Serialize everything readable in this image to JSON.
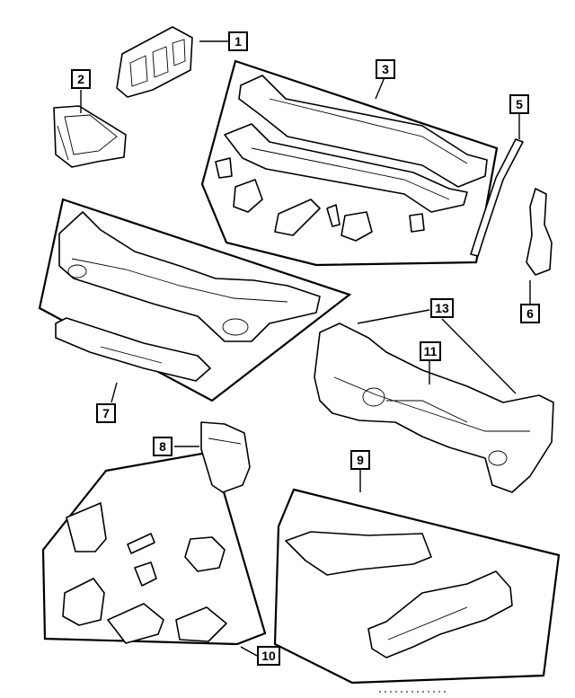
{
  "callouts": [
    {
      "id": "c1",
      "label": "1"
    },
    {
      "id": "c2",
      "label": "2"
    },
    {
      "id": "c3",
      "label": "3"
    },
    {
      "id": "c5",
      "label": "5"
    },
    {
      "id": "c6",
      "label": "6"
    },
    {
      "id": "c7",
      "label": "7"
    },
    {
      "id": "c8",
      "label": "8"
    },
    {
      "id": "c9",
      "label": "9"
    },
    {
      "id": "c10",
      "label": "10"
    },
    {
      "id": "c11",
      "label": "11"
    },
    {
      "id": "c13",
      "label": "13"
    }
  ]
}
